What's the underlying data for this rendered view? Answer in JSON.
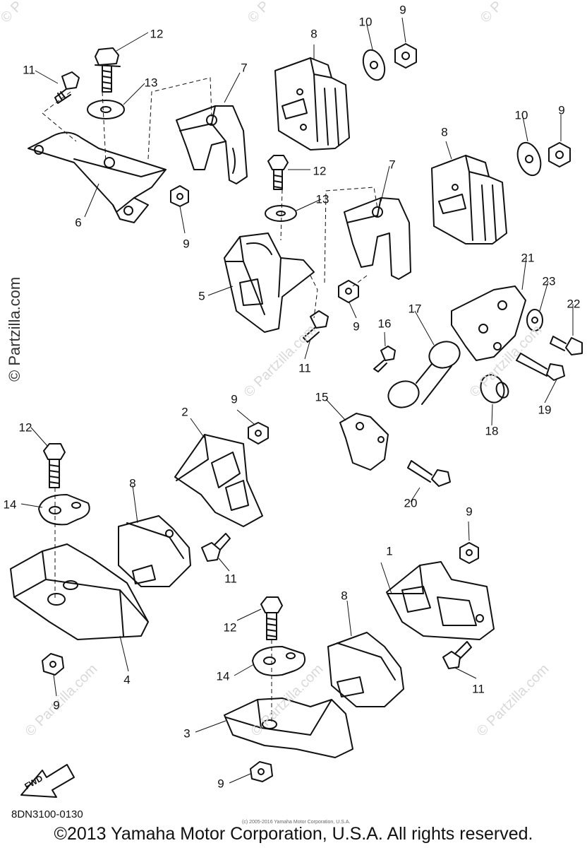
{
  "watermark_side": "© Partzilla.com",
  "diagram_code": "8DN3100-0130",
  "fine_print": "(c) 2005-2016 Yamaha Motor Corporation, U.S.A.",
  "copyright": "©2013 Yamaha Motor Corporation, U.S.A. All rights reserved.",
  "fwd_label": "FWD",
  "callouts": [
    "1",
    "2",
    "3",
    "4",
    "5",
    "6",
    "7",
    "8",
    "9",
    "10",
    "11",
    "12",
    "13",
    "14",
    "15",
    "16",
    "17",
    "18",
    "19",
    "20",
    "21",
    "22",
    "23"
  ]
}
